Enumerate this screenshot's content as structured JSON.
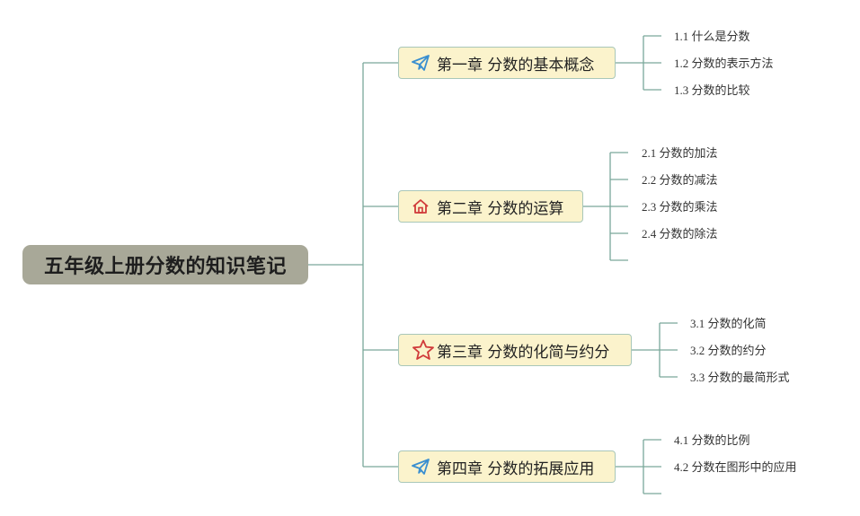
{
  "root": {
    "title": "五年级上册分数的知识笔记"
  },
  "chapters": [
    {
      "title": "第一章 分数的基本概念",
      "icon": "paper-plane-icon",
      "topics": [
        "1.1 什么是分数",
        "1.2 分数的表示方法",
        "1.3 分数的比较"
      ]
    },
    {
      "title": "第二章 分数的运算",
      "icon": "house-icon",
      "topics": [
        "2.1 分数的加法",
        "2.2 分数的减法",
        "2.3 分数的乘法",
        "2.4 分数的除法",
        ""
      ]
    },
    {
      "title": "第三章 分数的化简与约分",
      "icon": "star-icon",
      "topics": [
        "3.1 分数的化简",
        "3.2 分数的约分",
        "3.3 分数的最简形式"
      ]
    },
    {
      "title": "第四章 分数的拓展应用",
      "icon": "paper-plane-icon",
      "topics": [
        "4.1 分数的比例",
        "4.2 分数在图形中的应用",
        ""
      ]
    }
  ],
  "colors": {
    "connector": "#7aa89a",
    "root_bg": "#a8a898",
    "chapter_bg": "#fbf3cc",
    "chapter_border": "#a9c7b9",
    "plane_icon": "#3a8fd0",
    "house_icon": "#d03a3a",
    "star_icon": "#d03a3a"
  }
}
